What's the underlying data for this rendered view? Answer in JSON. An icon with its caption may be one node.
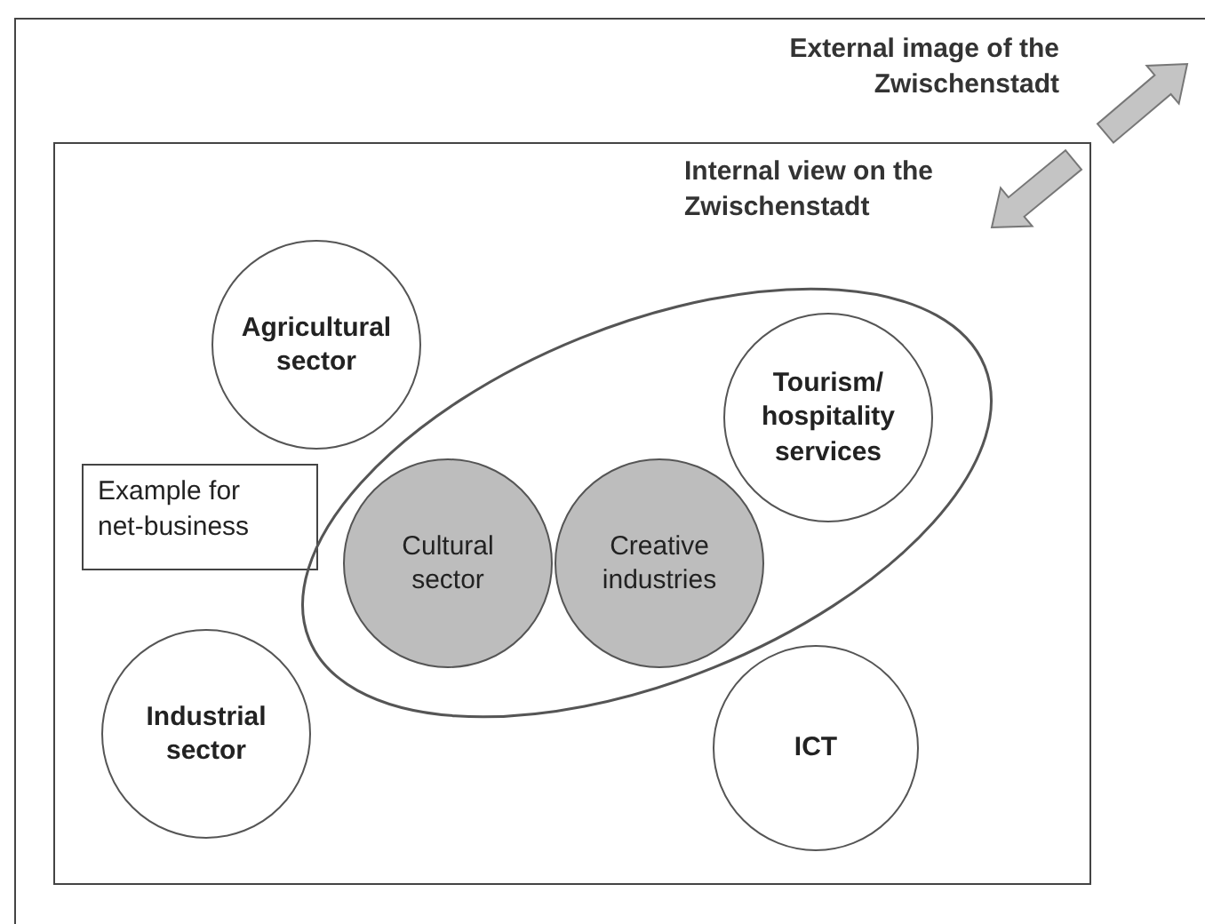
{
  "diagram": {
    "nodes": [
      {
        "text": [],
        "shape": "box"
      },
      {
        "text": [
          "Agricultural sector"
        ],
        "in": 0
      },
      {
        "text": [
          "Example for net-business"
        ],
        "in": 0
      },
      {
        "text": [],
        "shape": "ellipse",
        "in": 0
      },
      {
        "text": [
          "Tourism/ hospitality services"
        ],
        "in": 3
      },
      {
        "text": [
          "Cultural sector"
        ],
        "in": 3
      },
      {
        "text": [
          "Creative industries"
        ],
        "in": 3
      },
      {
        "text": [
          "Industrial sector"
        ],
        "in": 0
      },
      {
        "text": [
          "ICT"
        ],
        "in": 0
      }
    ],
    "labels": [
      "External image of the Zwischenstadt",
      "Internal view on the Zwischenstadt"
    ]
  }
}
